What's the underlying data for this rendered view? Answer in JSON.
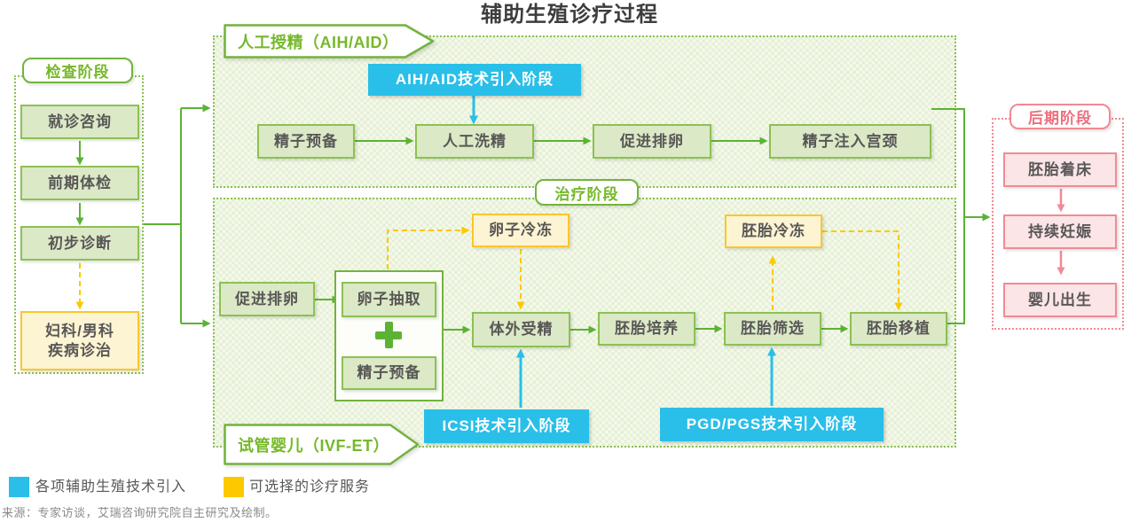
{
  "title": "辅助生殖诊疗过程",
  "inspection": {
    "label": "检查阶段",
    "steps": [
      "就诊咨询",
      "前期体检",
      "初步诊断"
    ],
    "optional": "妇科/男科\n疾病诊治"
  },
  "aih": {
    "label": "人工授精（AIH/AID）",
    "tech": "AIH/AID技术引入阶段",
    "steps": [
      "精子预备",
      "人工洗精",
      "促进排卵",
      "精子注入宫颈"
    ]
  },
  "treatment": {
    "label": "治疗阶段"
  },
  "ivf": {
    "label": "试管婴儿（IVF-ET）",
    "stimulate": "促进排卵",
    "egg_retrieval": "卵子抽取",
    "sperm_prep": "精子预备",
    "fertilization": "体外受精",
    "culture": "胚胎培养",
    "screening": "胚胎筛选",
    "transfer": "胚胎移植",
    "egg_freeze": "卵子冷冻",
    "embryo_freeze": "胚胎冷冻",
    "icsi_tech": "ICSI技术引入阶段",
    "pgd_tech": "PGD/PGS技术引入阶段"
  },
  "late": {
    "label": "后期阶段",
    "steps": [
      "胚胎着床",
      "持续妊娠",
      "婴儿出生"
    ]
  },
  "legend": {
    "tech_label": "各项辅助生殖技术引入",
    "optional_label": "可选择的诊疗服务"
  },
  "colors": {
    "tech_blue": "#29bfe8",
    "optional_yellow": "#fcc800",
    "flow_green": "#5cb234",
    "node_green_fill": "#dbe9c6",
    "node_green_border": "#8cc153",
    "late_pink": "#f08a94"
  },
  "source": "来源：专家访谈，艾瑞咨询研究院自主研究及绘制。"
}
